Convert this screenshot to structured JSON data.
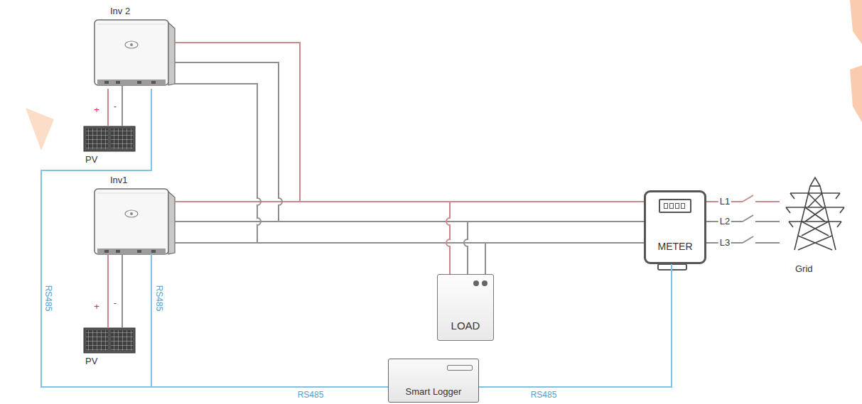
{
  "diagram": {
    "nodes": [
      {
        "text": [
          "Inv 2"
        ]
      },
      {
        "text": [
          "PV"
        ]
      },
      {
        "text": [
          "Inv1"
        ]
      },
      {
        "text": [
          "PV"
        ]
      },
      {
        "text": [
          "LOAD"
        ]
      },
      {
        "text": [
          "METER"
        ]
      },
      {
        "text": [
          "Smart Logger"
        ]
      },
      {
        "text": [
          "Grid"
        ]
      }
    ],
    "edges": [
      {
        "from": 1,
        "to": 0,
        "arrow": "none"
      },
      {
        "from": 3,
        "to": 2,
        "arrow": "none"
      },
      {
        "from": 0,
        "to": 6,
        "label": "RS485",
        "arrow": "none"
      },
      {
        "from": 2,
        "to": 6,
        "label": "RS485",
        "arrow": "none"
      },
      {
        "from": 6,
        "to": 5,
        "label": "RS485",
        "arrow": "none"
      },
      {
        "from": 2,
        "to": 5,
        "arrow": "none"
      },
      {
        "from": 0,
        "to": 5,
        "arrow": "none"
      },
      {
        "from": 4,
        "to": 5,
        "arrow": "none"
      },
      {
        "from": 5,
        "to": 7,
        "label": "L1",
        "arrow": "none"
      },
      {
        "from": 5,
        "to": 7,
        "label": "L2",
        "arrow": "none"
      },
      {
        "from": 5,
        "to": 7,
        "label": "L3",
        "arrow": "none"
      }
    ],
    "labels": [
      "+",
      "-",
      "+",
      "-",
      "RS485"
    ]
  }
}
